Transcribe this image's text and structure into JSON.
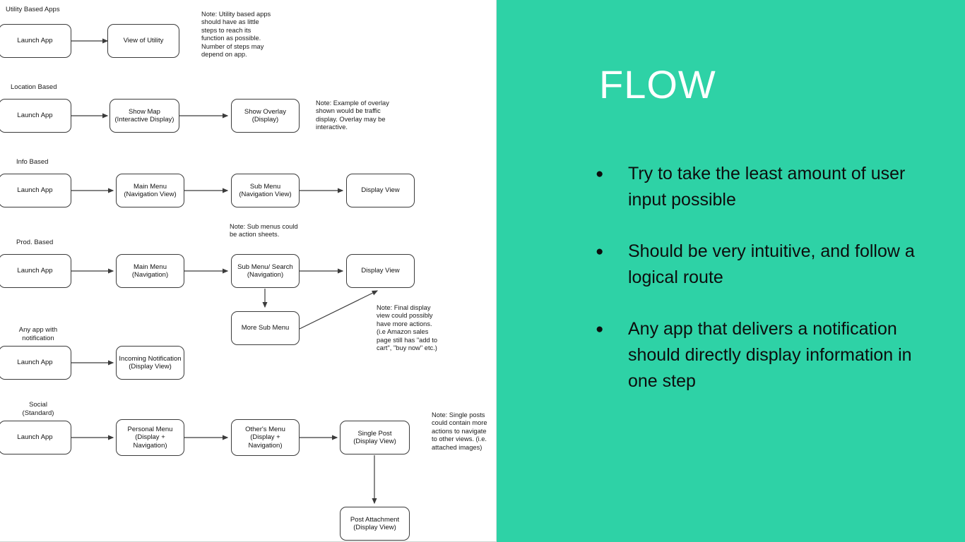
{
  "slide": {
    "title": "FLOW",
    "accent_color": "#2ed2a6",
    "title_color": "#ffffff",
    "body_text_color": "#0d0d0d",
    "bullet_glyph": "●"
  },
  "bullets": [
    {
      "text": "Try to take the least amount of user input possible"
    },
    {
      "text": "Should be very intuitive, and follow a logical route"
    },
    {
      "text": "Any app that delivers a notification should directly display information in one step"
    }
  ],
  "diagram": {
    "lane_labels": [
      {
        "id": "utility",
        "text": "Utility Based Apps"
      },
      {
        "id": "location",
        "text": "Location Based"
      },
      {
        "id": "info",
        "text": "Info Based"
      },
      {
        "id": "prod",
        "text": "Prod. Based"
      },
      {
        "id": "notification",
        "text": "Any app with\nnotification"
      },
      {
        "id": "social",
        "text": "Social\n(Standard)"
      }
    ],
    "nodes": [
      {
        "id": "utility-launch",
        "label": "Launch App"
      },
      {
        "id": "utility-view",
        "label": "View of Utility"
      },
      {
        "id": "location-launch",
        "label": "Launch App"
      },
      {
        "id": "location-map",
        "label": "Show Map\n(Interactive Display)"
      },
      {
        "id": "location-overlay",
        "label": "Show Overlay\n(Display)"
      },
      {
        "id": "info-launch",
        "label": "Launch App"
      },
      {
        "id": "info-main-menu",
        "label": "Main Menu\n(Navigation View)"
      },
      {
        "id": "info-sub-menu",
        "label": "Sub Menu\n(Navigation View)"
      },
      {
        "id": "info-display-view",
        "label": "Display View"
      },
      {
        "id": "prod-launch",
        "label": "Launch App"
      },
      {
        "id": "prod-main-menu",
        "label": "Main Menu\n(Navigation)"
      },
      {
        "id": "prod-sub-menu-search",
        "label": "Sub Menu/ Search\n(Navigation)"
      },
      {
        "id": "prod-display-view",
        "label": "Display View"
      },
      {
        "id": "prod-more-sub-menu",
        "label": "More Sub Menu"
      },
      {
        "id": "notification-launch",
        "label": "Launch App"
      },
      {
        "id": "notification-incoming",
        "label": "Incoming Notification\n(Display View)"
      },
      {
        "id": "social-launch",
        "label": "Launch App"
      },
      {
        "id": "social-personal-menu",
        "label": "Personal Menu\n(Display +\nNavigation)"
      },
      {
        "id": "social-others-menu",
        "label": "Other's Menu\n(Display +\nNavigation)"
      },
      {
        "id": "social-single-post",
        "label": "Single Post\n(Display View)"
      },
      {
        "id": "social-post-attachment",
        "label": "Post Attachment\n(Display View)"
      }
    ],
    "notes": [
      {
        "id": "note-utility",
        "text": "Note: Utility based apps\nshould have as little\nsteps to reach its\nfunction as possible.\nNumber of steps may\ndepend on app."
      },
      {
        "id": "note-location",
        "text": "Note: Example of overlay\nshown would be traffic\ndisplay. Overlay may be\ninteractive."
      },
      {
        "id": "note-info",
        "text": "Note: Sub menus could\nbe action sheets."
      },
      {
        "id": "note-prod",
        "text": "Note: Final display\nview could possibly\nhave more actions.\n(i.e Amazon sales\npage still has \"add to\ncart\", \"buy now\" etc.)"
      },
      {
        "id": "note-social",
        "text": "Note: Single posts\ncould contain more\nactions to navigate\nto other views. (i.e.\nattached images)"
      }
    ]
  }
}
